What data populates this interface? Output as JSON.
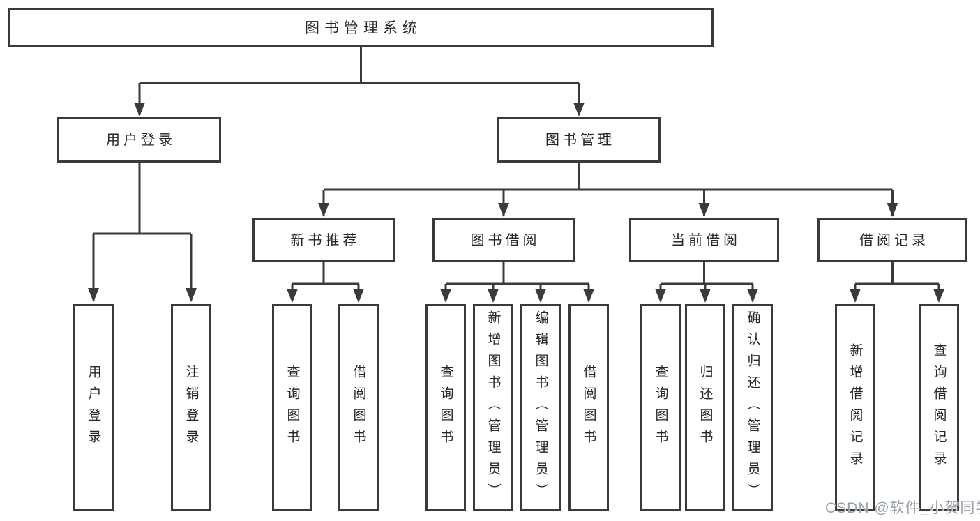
{
  "tree": {
    "root": {
      "label": "图书管理系统",
      "children": [
        {
          "label": "用户登录",
          "children": [
            {
              "label": "用户登录"
            },
            {
              "label": "注销登录"
            }
          ]
        },
        {
          "label": "图书管理",
          "children": [
            {
              "label": "新书推荐",
              "children": [
                {
                  "label": "查询图书"
                },
                {
                  "label": "借阅图书"
                }
              ]
            },
            {
              "label": "图书借阅",
              "children": [
                {
                  "label": "查询图书"
                },
                {
                  "label": "新增图书（管理员）"
                },
                {
                  "label": "编辑图书（管理员）"
                },
                {
                  "label": "借阅图书"
                }
              ]
            },
            {
              "label": "当前借阅",
              "children": [
                {
                  "label": "查询图书"
                },
                {
                  "label": "归还图书"
                },
                {
                  "label": "确认归还（管理员）"
                }
              ]
            },
            {
              "label": "借阅记录",
              "children": [
                {
                  "label": "新增借阅记录"
                },
                {
                  "label": "查询借阅记录"
                }
              ]
            }
          ]
        }
      ]
    }
  },
  "watermark": {
    "text": "CSDN @软件_小贺同学"
  },
  "colors": {
    "line": "#3a3a3a",
    "box_border": "#3a3a3a",
    "box_background": "#ffffff",
    "text": "#262626",
    "watermark": "#9aa0a8",
    "page_background": "#ffffff"
  }
}
